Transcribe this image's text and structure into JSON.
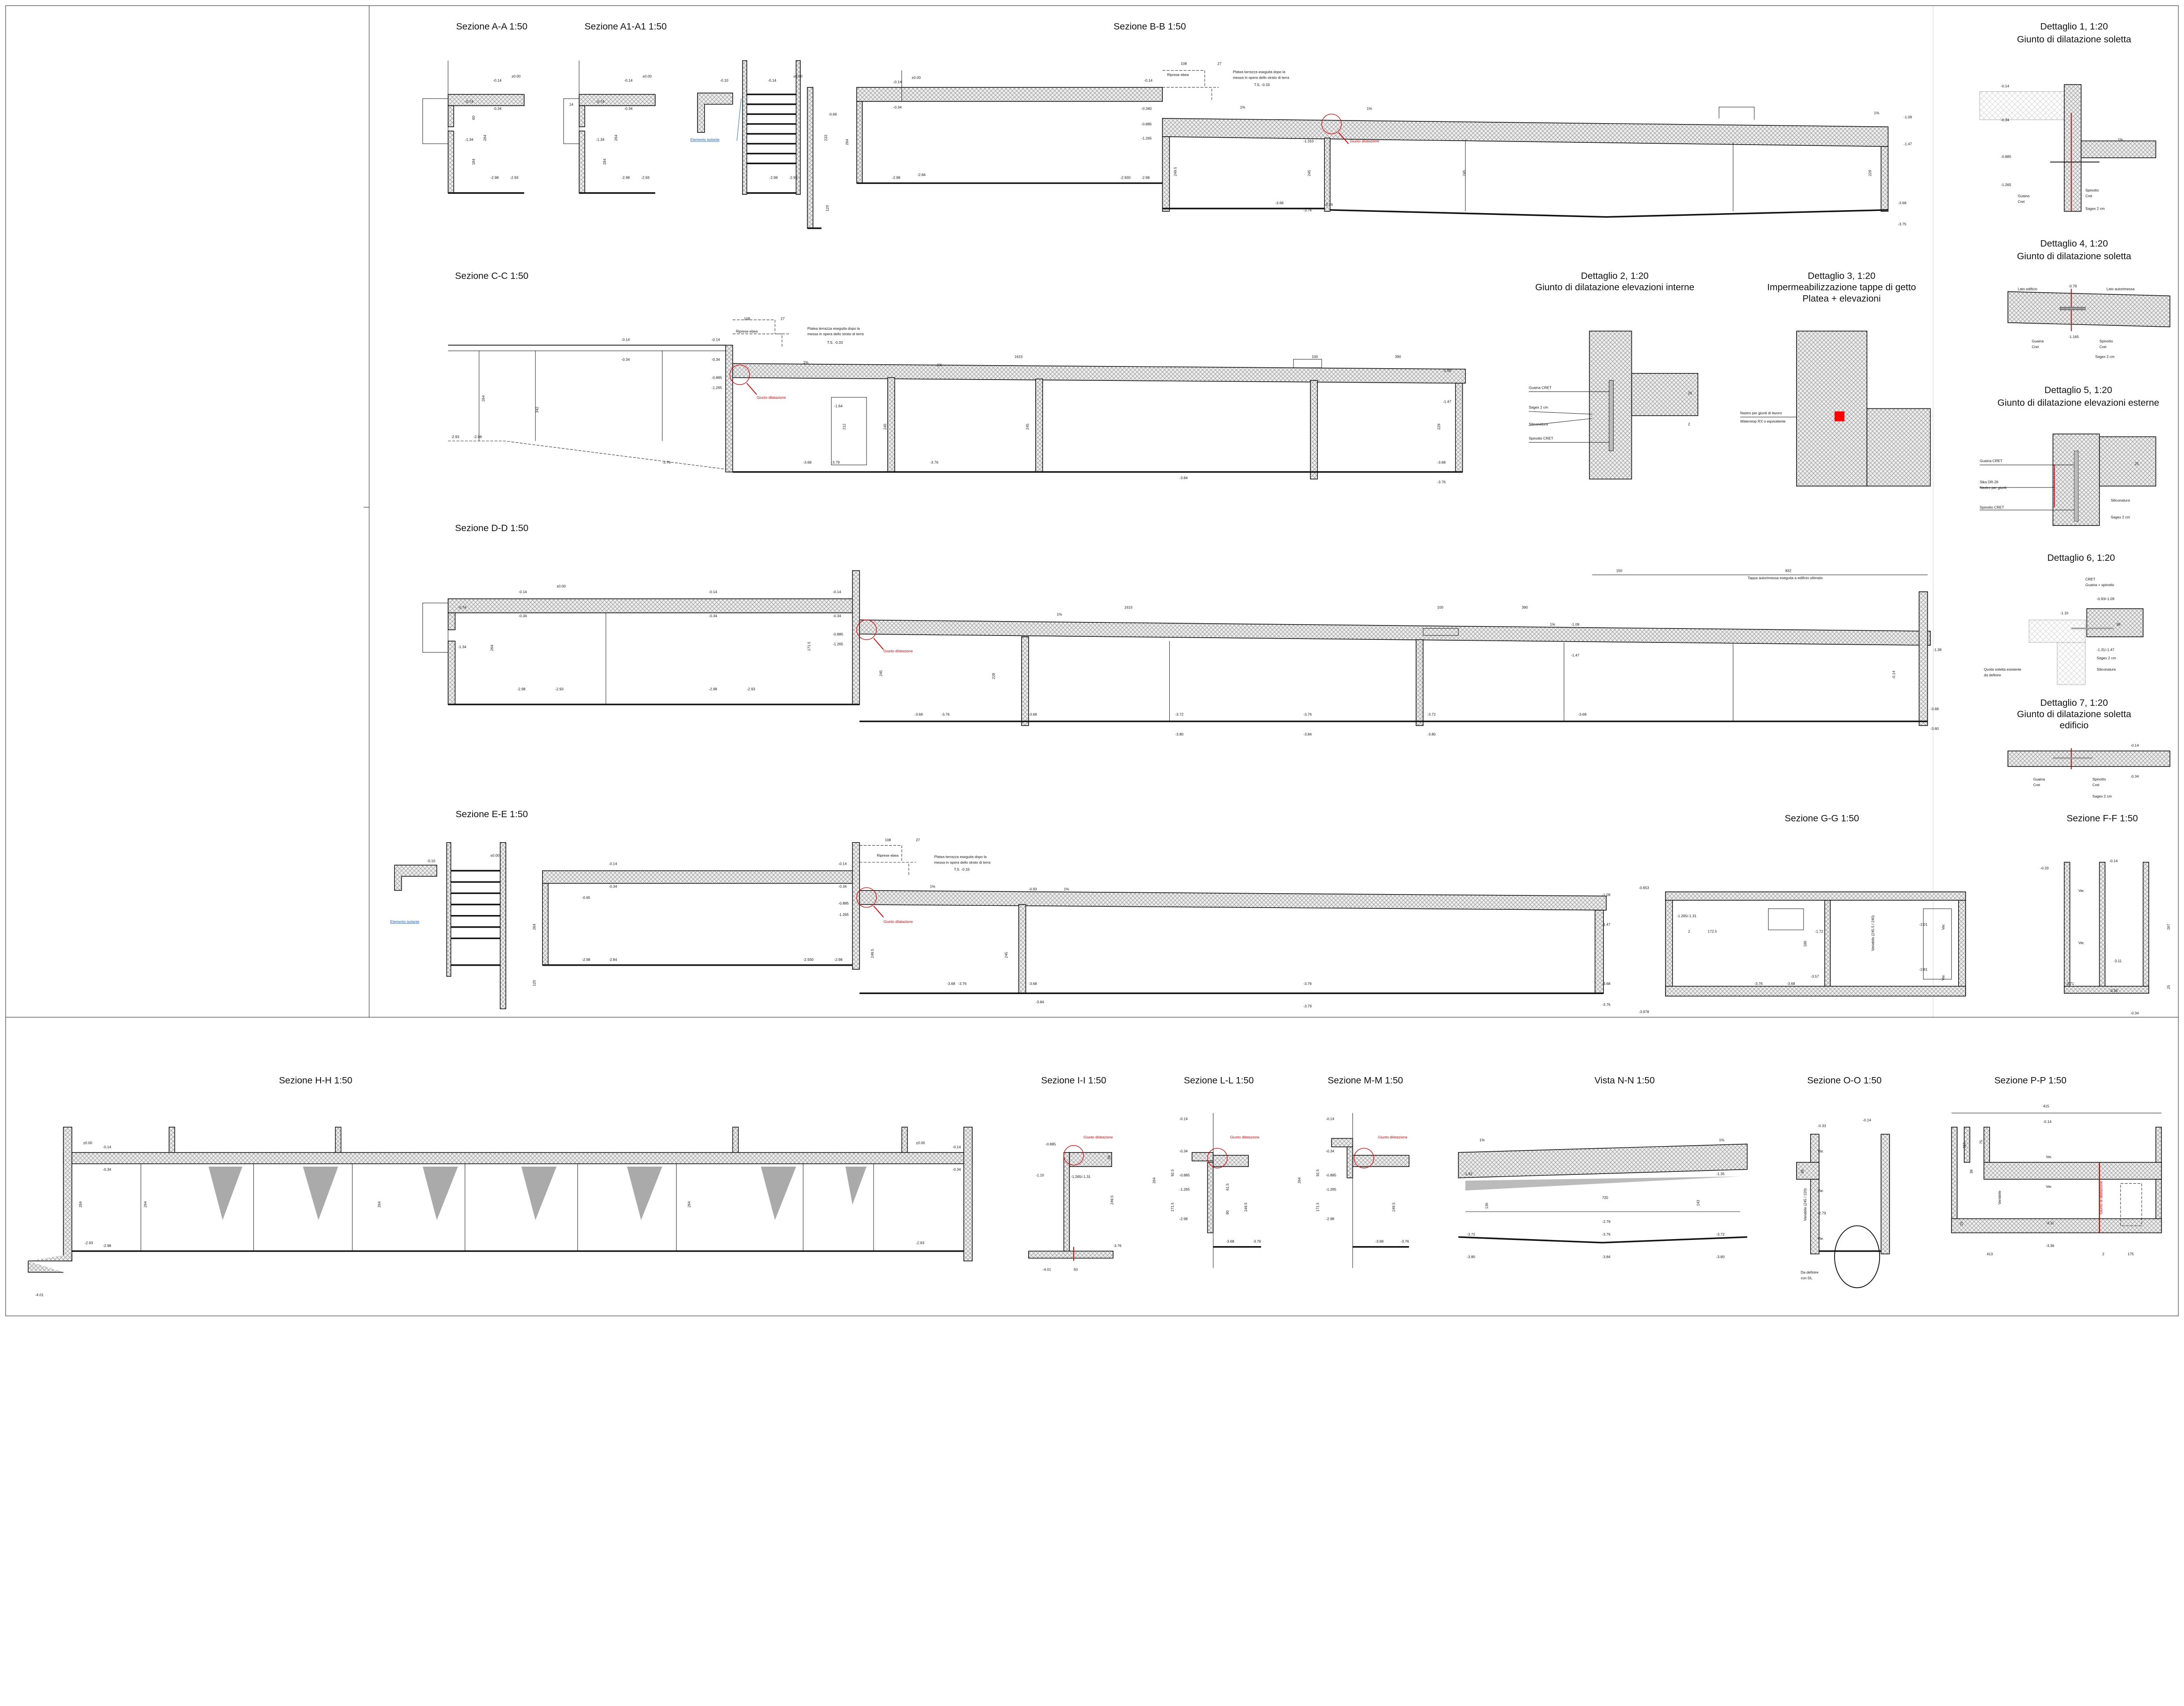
{
  "titles": {
    "aa": "Sezione A-A 1:50",
    "a1": "Sezione A1-A1 1:50",
    "bb": "Sezione B-B 1:50",
    "cc": "Sezione C-C 1:50",
    "dd": "Sezione D-D 1:50",
    "ee": "Sezione E-E 1:50",
    "gg": "Sezione G-G 1:50",
    "ff": "Sezione F-F 1:50",
    "hh": "Sezione H-H 1:50",
    "ii": "Sezione I-I 1:50",
    "ll": "Sezione L-L 1:50",
    "mm": "Sezione M-M 1:50",
    "nn": "Vista N-N 1:50",
    "oo": "Sezione O-O 1:50",
    "pp": "Sezione P-P 1:50"
  },
  "details": {
    "d1": {
      "title": "Dettaglio 1, 1:20",
      "sub": "Giunto di dilatazione soletta",
      "labels": [
        "-0.14",
        "-0.34",
        "-0.885",
        "-1.265",
        "Guaina",
        "Cret",
        "Spinotto",
        "Cret",
        "Sagex 2 cm",
        "1%"
      ]
    },
    "d2": {
      "title": "Dettaglio 2, 1:20",
      "sub": "Giunto di dilatazione elevazioni interne",
      "labels": [
        "Guaina CRET",
        "Sagex 2 cm",
        "Siliconatura",
        "Spinotto CRET",
        "25",
        "2"
      ]
    },
    "d3": {
      "title": "Dettaglio 3, 1:20",
      "sub": "Impermeabilizzazione tappe di getto",
      "sub2": "Platea + elevazioni",
      "labels": [
        "Nastro per giunti di lavoro",
        "Waterstop RX o equivalente"
      ]
    },
    "d4": {
      "title": "Dettaglio 4, 1:20",
      "sub": "Giunto di dilatazione soletta",
      "labels": [
        "Lato edificio",
        "Lato autorimessa",
        "-0.79",
        "-1.165",
        "Guaina",
        "Cret",
        "Spinotto",
        "Cret",
        "Sagex 2 cm"
      ]
    },
    "d5": {
      "title": "Dettaglio 5, 1:20",
      "sub": "Giunto di dilatazione elevazioni esterne",
      "labels": [
        "Guaina CRET",
        "Sika DR-26",
        "Nastro per giunti",
        "Spinotto CRET",
        "Siliconatura",
        "Sagex 2 cm",
        "25"
      ]
    },
    "d6": {
      "title": "Dettaglio 6, 1:20",
      "labels": [
        "CRET",
        "Guaina + spinotto",
        "-0.93/-1.09",
        "-1.10",
        "-1.31/-1.47",
        "Sagex 2 cm",
        "Siliconatura",
        "Quota soletta esistente",
        "da definire",
        "38"
      ]
    },
    "d7": {
      "title": "Dettaglio 7, 1:20",
      "sub": "Giunto di dilatazione soletta",
      "sub2": "edificio",
      "labels": [
        "-0.14",
        "-0.34",
        "Guaina",
        "Cret",
        "Spinotto",
        "Cret",
        "Sagex 2 cm"
      ]
    }
  },
  "notes": {
    "giunto": "Giunto dilatazione",
    "elemento": "Elemento isolante",
    "riprese": "Riprese ebea",
    "platea1": "Platea terrazza eseguita dopo la",
    "platea2": "messa in opera dello strato di terra",
    "ts": "T.S. -0.33",
    "tappa": "Tappa autorimessa eseguita a edificio ultimato",
    "giunto_pp": "Giunto di dilatazione",
    "da_definire": "Da definire",
    "con_dl": "con DL",
    "variabile": "Variabile",
    "variabile_oo": "Variabile (245 / 220)",
    "slope": "1%"
  },
  "levels": {
    "aa": [
      "±0.00",
      "-0.14",
      "-0.34",
      "-0.74",
      "-1.34",
      "-2.98",
      "-2.93",
      "264",
      "184",
      "60"
    ],
    "a1": [
      "±0.00",
      "-0.14",
      "-0.34",
      "-0.74",
      "-1.34",
      "-2.98",
      "-2.93",
      "264",
      "184",
      "14"
    ],
    "st": [
      "-0.10",
      "±0.00",
      "-0.14",
      "-2.98",
      "-2.93"
    ],
    "bb": [
      "±0.00",
      "-0.14",
      "-0.34",
      "-0.66",
      "-2.98",
      "-2.84",
      "-2.930",
      "-2.98",
      "-0.340",
      "-0.885",
      "-1.265",
      "-1.310",
      "-3.68",
      "-3.76",
      "-3.76",
      "-1.09",
      "-1.47",
      "-3.68",
      "-3.75",
      "264",
      "233",
      "120",
      "249.5",
      "245",
      "245",
      "229",
      "108",
      "27",
      "-0.14"
    ],
    "cc": [
      "-0.14",
      "-0.34",
      "-0.14",
      "-0.34",
      "-0.885",
      "-1.265",
      "-2.93",
      "-2.98",
      "-3.76",
      "-3.68",
      "-3.79",
      "-3.76",
      "-3.84",
      "-1.09",
      "-1.47",
      "-3.68",
      "-3.76",
      "1615",
      "100",
      "390",
      "264",
      "342",
      "212",
      "245",
      "245",
      "229",
      "-1.64",
      "108",
      "27"
    ],
    "dd": [
      "-0.14",
      "±0.00",
      "-0.34",
      "-0.74",
      "-1.34",
      "-2.98",
      "-2.93",
      "-0.14",
      "-0.34",
      "-2.98",
      "-2.93",
      "-0.14",
      "-0.34",
      "-0.885",
      "-1.265",
      "-3.68",
      "-3.76",
      "-3.68",
      "-3.72",
      "-3.80",
      "-3.76",
      "-3.84",
      "-3.72",
      "-3.80",
      "-3.68",
      "-1.09",
      "-1.47",
      "-3.68",
      "-3.60",
      "-1.38",
      "150",
      "832",
      "1615",
      "100",
      "390",
      "264",
      "171.5",
      "245",
      "228",
      "-0.14"
    ],
    "ee": [
      "-0.10",
      "±0.00",
      "-0.14",
      "-0.34",
      "-0.65",
      "-2.98",
      "-2.84",
      "-2.930",
      "-2.98",
      "-0.14",
      "-0.34",
      "-0.885",
      "-1.265",
      "-0.93",
      "-3.68",
      "-3.76",
      "-3.68",
      "-3.76",
      "-3.79",
      "-3.84",
      "-1.09",
      "-1.47",
      "-3.68",
      "-3.76",
      "264",
      "120",
      "249.5",
      "245",
      "108",
      "27"
    ],
    "gg": [
      "-0.653",
      "-1.265/-1.31",
      "172.5",
      "-1.72",
      "-2.01",
      "-2.81",
      "-3.76",
      "-3.68",
      "-3.57",
      "-3.978",
      "Var.",
      "Var.",
      "Variabile (245.5 / 240)",
      "186",
      "2"
    ],
    "ff": [
      "-0.33",
      "-0.14",
      "Var.",
      "Var.",
      "-3.11",
      "-3.71",
      "-3.36",
      "-0.34",
      "267",
      "25"
    ],
    "hh": [
      "±0.00",
      "-0.14",
      "-0.34",
      "-2.93",
      "-2.98",
      "-4.01",
      "264",
      "264",
      "264",
      "264",
      "±0.00",
      "-0.14",
      "-0.34",
      "-2.93"
    ],
    "ii": [
      "-0.885",
      "-1.265/-1.31",
      "-1.10",
      "249.5",
      "38",
      "-3.76",
      "-4.01",
      "50"
    ],
    "ll": [
      "-0.14",
      "-0.34",
      "-0.885",
      "-1.265",
      "-2.98",
      "-3.68",
      "-3.76",
      "264",
      "92.5",
      "171.5",
      "61.5",
      "80",
      "249.5"
    ],
    "mm": [
      "-0.14",
      "-0.34",
      "-0.885",
      "-1.265",
      "-2.98",
      "-3.68",
      "-3.76",
      "264",
      "92.5",
      "171.5",
      "249.5"
    ],
    "nn": [
      "-1.42",
      "-1.35",
      "136",
      "143",
      "720",
      "-2.79",
      "-3.72",
      "-3.76",
      "-3.72",
      "-3.80",
      "-3.84",
      "-3.80"
    ],
    "oo": [
      "-0.14",
      "-0.33",
      "Var.",
      "Var.",
      "-2.79",
      "Var.",
      "38"
    ],
    "pp": [
      "415",
      "-0.14",
      "Var.",
      "Var.",
      "-3.11",
      "-3.36",
      "413",
      "175",
      "2",
      "113",
      "75",
      "38",
      "25"
    ]
  }
}
